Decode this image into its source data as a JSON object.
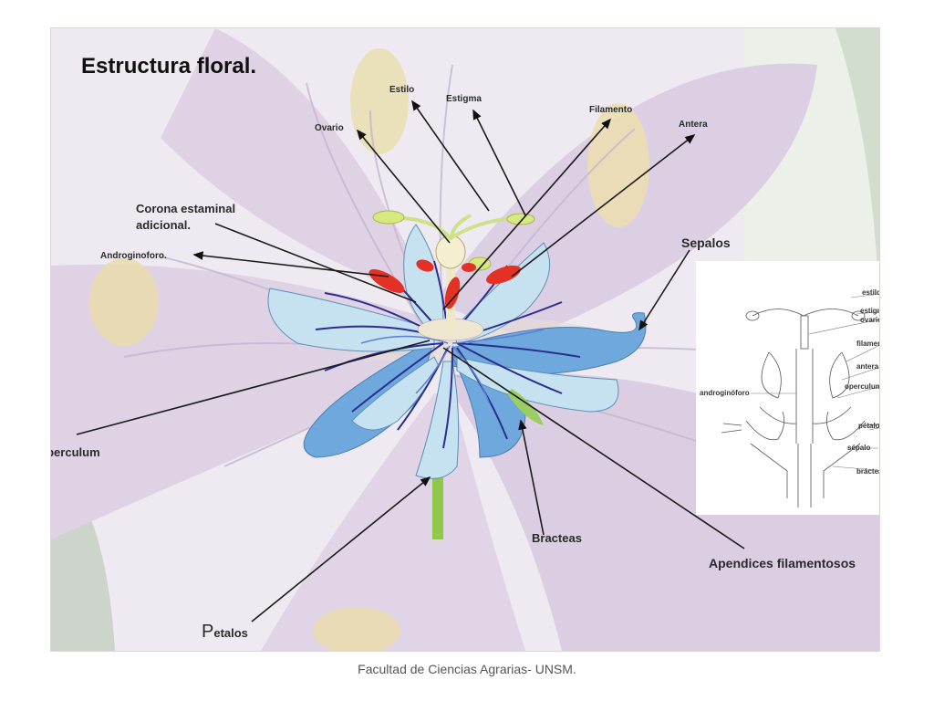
{
  "title": "Estructura floral.",
  "labels": {
    "estilo": "Estilo",
    "estigma": "Estigma",
    "ovario": "Ovario",
    "filamento": "Filamento",
    "antera": "Antera",
    "corona_line1": "Corona estaminal",
    "corona_line2": "adicional.",
    "androginoforo": "Androginoforo.",
    "sepalos": "Sepalos",
    "operculum": "Operculum",
    "bracteas": "Bracteas",
    "apendices": "Apendices filamentosos",
    "petalos_initial": "P",
    "petalos_rest": "etalos"
  },
  "inset_labels": {
    "estilo": "estilo",
    "estigma": "estigma",
    "ovario": "ovario",
    "filamento": "filamento",
    "antera": "antera",
    "androginoforo": "androginóforo",
    "operculum": "operculum",
    "petalo": "pétalo",
    "sepalo": "sépalo",
    "bractea": "bráctea"
  },
  "footer": "Facultad de Ciencias  Agrarias- UNSM."
}
